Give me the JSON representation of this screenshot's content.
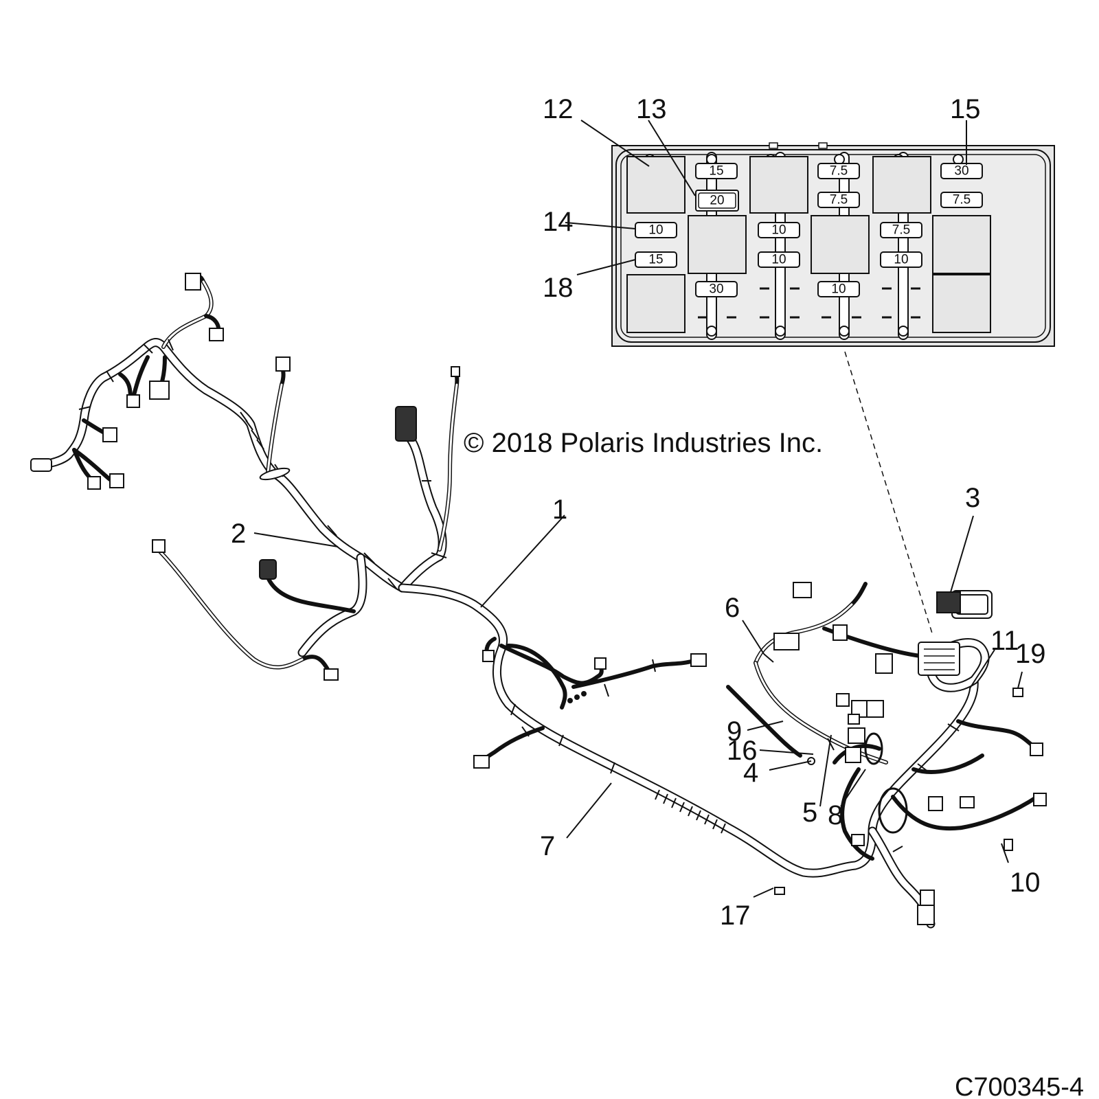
{
  "copyright": "© 2018 Polaris Industries Inc.",
  "drawing_id": "C700345-4",
  "callouts": [
    "1",
    "2",
    "3",
    "4",
    "5",
    "6",
    "7",
    "8",
    "9",
    "10",
    "11",
    "12",
    "13",
    "14",
    "15",
    "16",
    "17",
    "18",
    "19"
  ],
  "fuse_box": {
    "fuse_labels": [
      "15",
      "20",
      "7.5",
      "7.5",
      "10",
      "10",
      "10",
      "15",
      "30",
      "10",
      "30",
      "7.5",
      "7.5",
      "10"
    ]
  }
}
